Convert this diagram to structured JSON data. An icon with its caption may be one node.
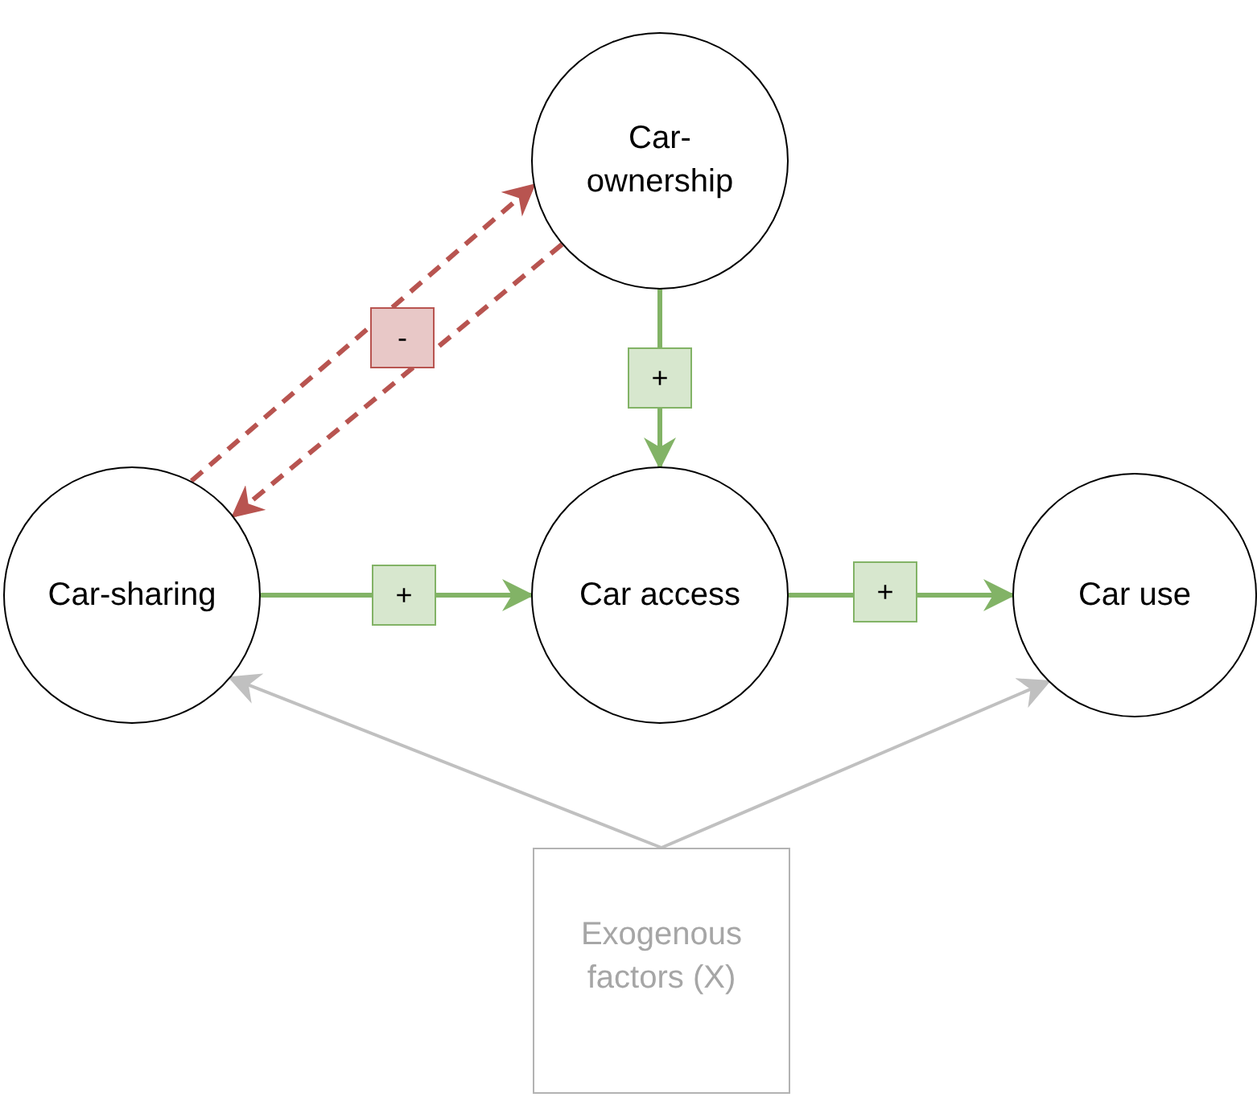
{
  "diagram": {
    "nodes": [
      {
        "text": [
          "Car-ownership"
        ]
      },
      {
        "text": [
          "Car-sharing"
        ]
      },
      {
        "text": [
          "Car access"
        ]
      },
      {
        "text": [
          "Car use"
        ]
      },
      {
        "text": [
          "Exogenous factors (X)"
        ]
      }
    ],
    "edges": [
      {
        "from": 0,
        "to": 2,
        "arrow": "to",
        "label": "+"
      },
      {
        "from": 1,
        "to": 2,
        "arrow": "to",
        "label": "+"
      },
      {
        "from": 2,
        "to": 3,
        "arrow": "to",
        "label": "+"
      },
      {
        "from": 1,
        "to": 0,
        "arrow": "to",
        "style": "dashed",
        "color": "#b85450",
        "label": "-"
      },
      {
        "from": 0,
        "to": 1,
        "arrow": "to",
        "style": "dashed",
        "color": "#b85450"
      },
      {
        "from": 4,
        "to": 1,
        "arrow": "to",
        "color": "#c0c0c0"
      },
      {
        "from": 4,
        "to": 3,
        "arrow": "to",
        "color": "#c0c0c0"
      }
    ]
  }
}
